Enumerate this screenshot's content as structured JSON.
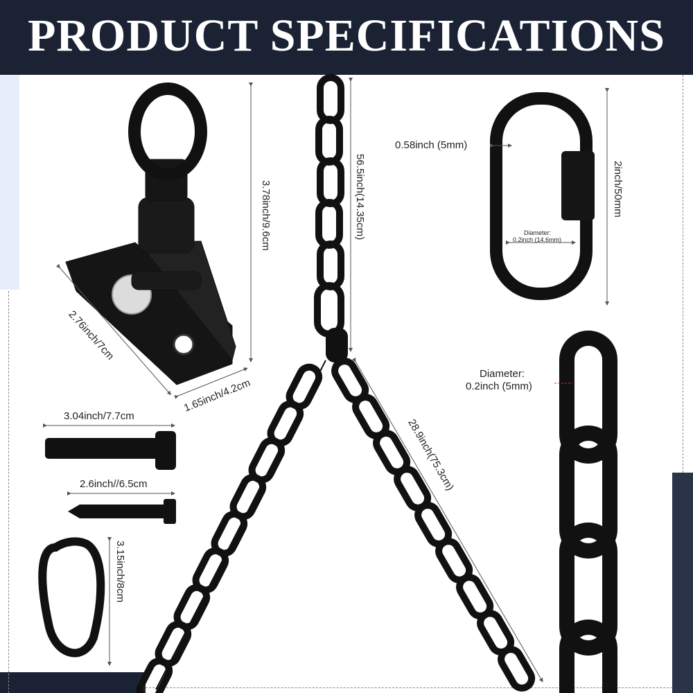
{
  "header": {
    "title": "PRODUCT SPECIFICATIONS"
  },
  "colors": {
    "header_bg": "#1b2233",
    "accent_light": "#e6eefb",
    "accent_dark": "#2a3347",
    "product": "#111111"
  },
  "dimensions": {
    "swivel_height": "3.78inch/9.6cm",
    "swivel_length": "2.76inch/7cm",
    "swivel_width": "1.65inch/4.2cm",
    "chain_upper": "56.5inch(14.35cm)",
    "chain_lower": "28.9inch(75.3cm)",
    "quick_link_width": "0.58inch (5mm)",
    "quick_link_height": "2inch/50mm",
    "quick_link_diameter_label": "Diameter:",
    "quick_link_diameter_value": "0.2inch (14.6mm)",
    "chain_diameter_label": "Diameter:",
    "chain_diameter_value": "0.2inch (5mm)",
    "bolt_length": "3.04inch/7.7cm",
    "screw_length": "2.6inch//6.5cm",
    "carabiner_height": "3.15inch/8cm"
  }
}
